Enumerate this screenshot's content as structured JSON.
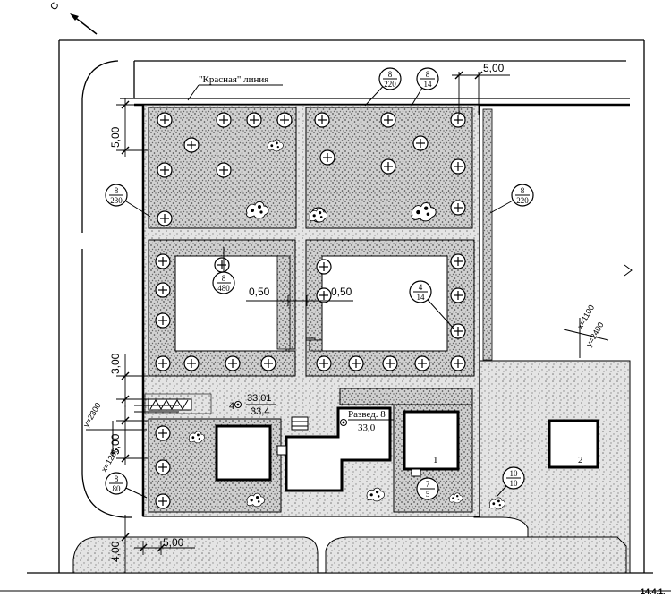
{
  "north_letter": "С",
  "red_line_label": "\"Красная\" линия",
  "dimensions": {
    "d_top": "5,00",
    "d_left_upper": "5,00",
    "d_left_mid": "3,00",
    "d_left_lower": "5,00",
    "d_bottom_v": "4,00",
    "d_bottom_h": "5,00",
    "d_gap_left": "0,50",
    "d_gap_right": "0,50"
  },
  "callouts": [
    {
      "top": "8",
      "bottom": "220"
    },
    {
      "top": "8",
      "bottom": "14"
    },
    {
      "top": "8",
      "bottom": "230"
    },
    {
      "top": "8",
      "bottom": "220"
    },
    {
      "top": "8",
      "bottom": "480"
    },
    {
      "top": "4",
      "bottom": "14"
    },
    {
      "top": "8",
      "bottom": "80"
    },
    {
      "top": "7",
      "bottom": "5"
    },
    {
      "top": "10",
      "bottom": "10"
    }
  ],
  "elevation": {
    "marker": "4",
    "top": "33,01",
    "bottom": "33,4"
  },
  "borehole": {
    "label": "Развед. 8",
    "value": "33,0"
  },
  "coords_left": {
    "y": "y=2300",
    "x": "x=1200"
  },
  "coords_right": {
    "x": "x=1100",
    "y": "y=2400"
  },
  "building_1": "1",
  "building_2": "2",
  "figure_number": "14.4.1."
}
